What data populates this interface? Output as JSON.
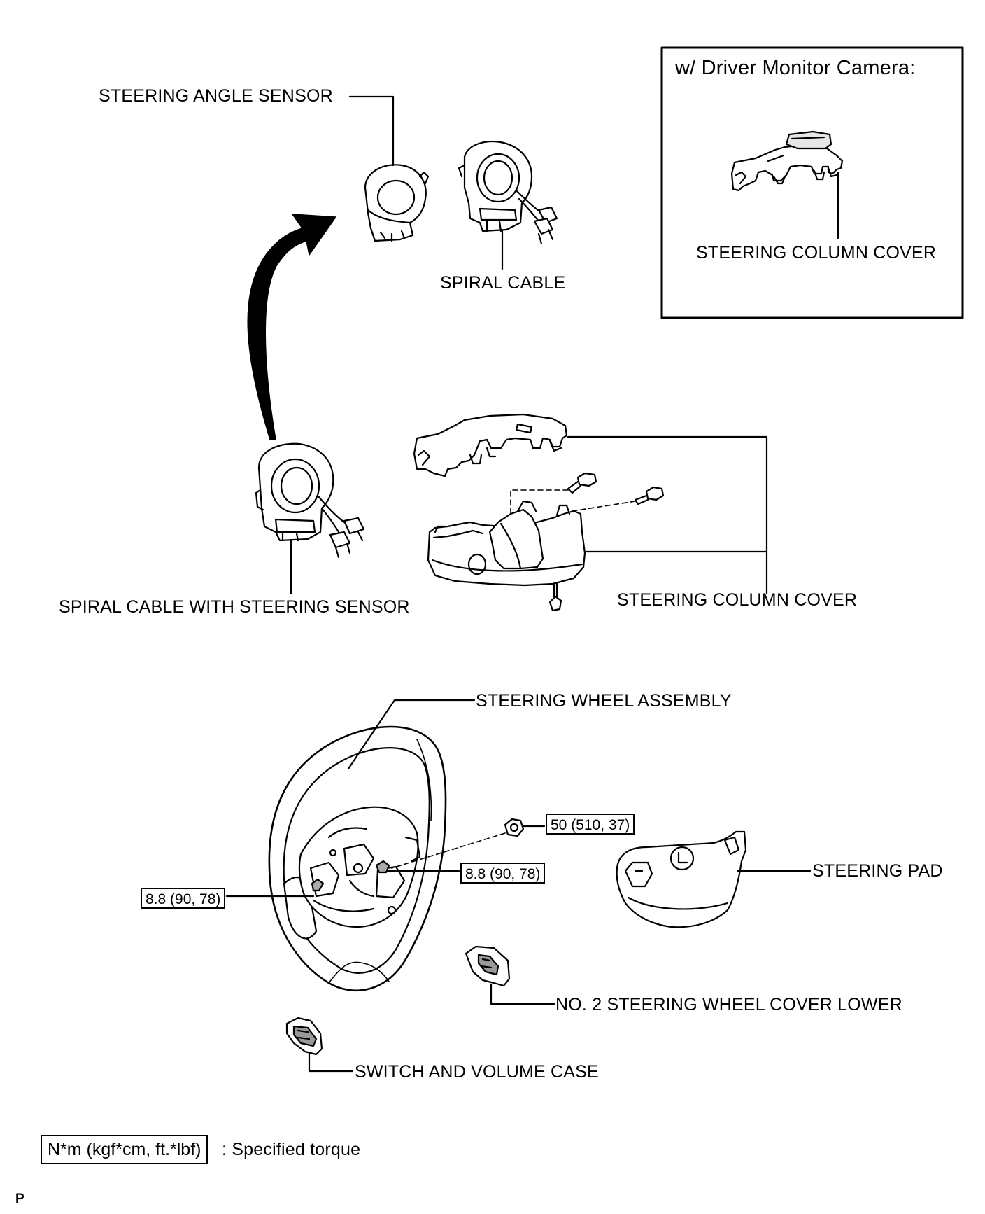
{
  "inset": {
    "title": "w/ Driver Monitor Camera:",
    "column_cover": "STEERING COLUMN COVER"
  },
  "labels": {
    "steering_angle_sensor": "STEERING ANGLE SENSOR",
    "spiral_cable": "SPIRAL CABLE",
    "spiral_cable_with_sensor": "SPIRAL CABLE WITH STEERING SENSOR",
    "steering_column_cover": "STEERING COLUMN COVER",
    "steering_wheel_assembly": "STEERING WHEEL ASSEMBLY",
    "steering_pad": "STEERING PAD",
    "no2_cover_lower": "NO. 2 STEERING WHEEL COVER LOWER",
    "switch_volume_case": "SWITCH AND VOLUME CASE"
  },
  "torques": {
    "nut": "50 (510, 37)",
    "right_bolt": "8.8 (90, 78)",
    "left_bolt": "8.8 (90, 78)"
  },
  "legend": {
    "unit": "N*m (kgf*cm, ft.*lbf)",
    "text": ": Specified torque"
  },
  "footer_ref": "P"
}
